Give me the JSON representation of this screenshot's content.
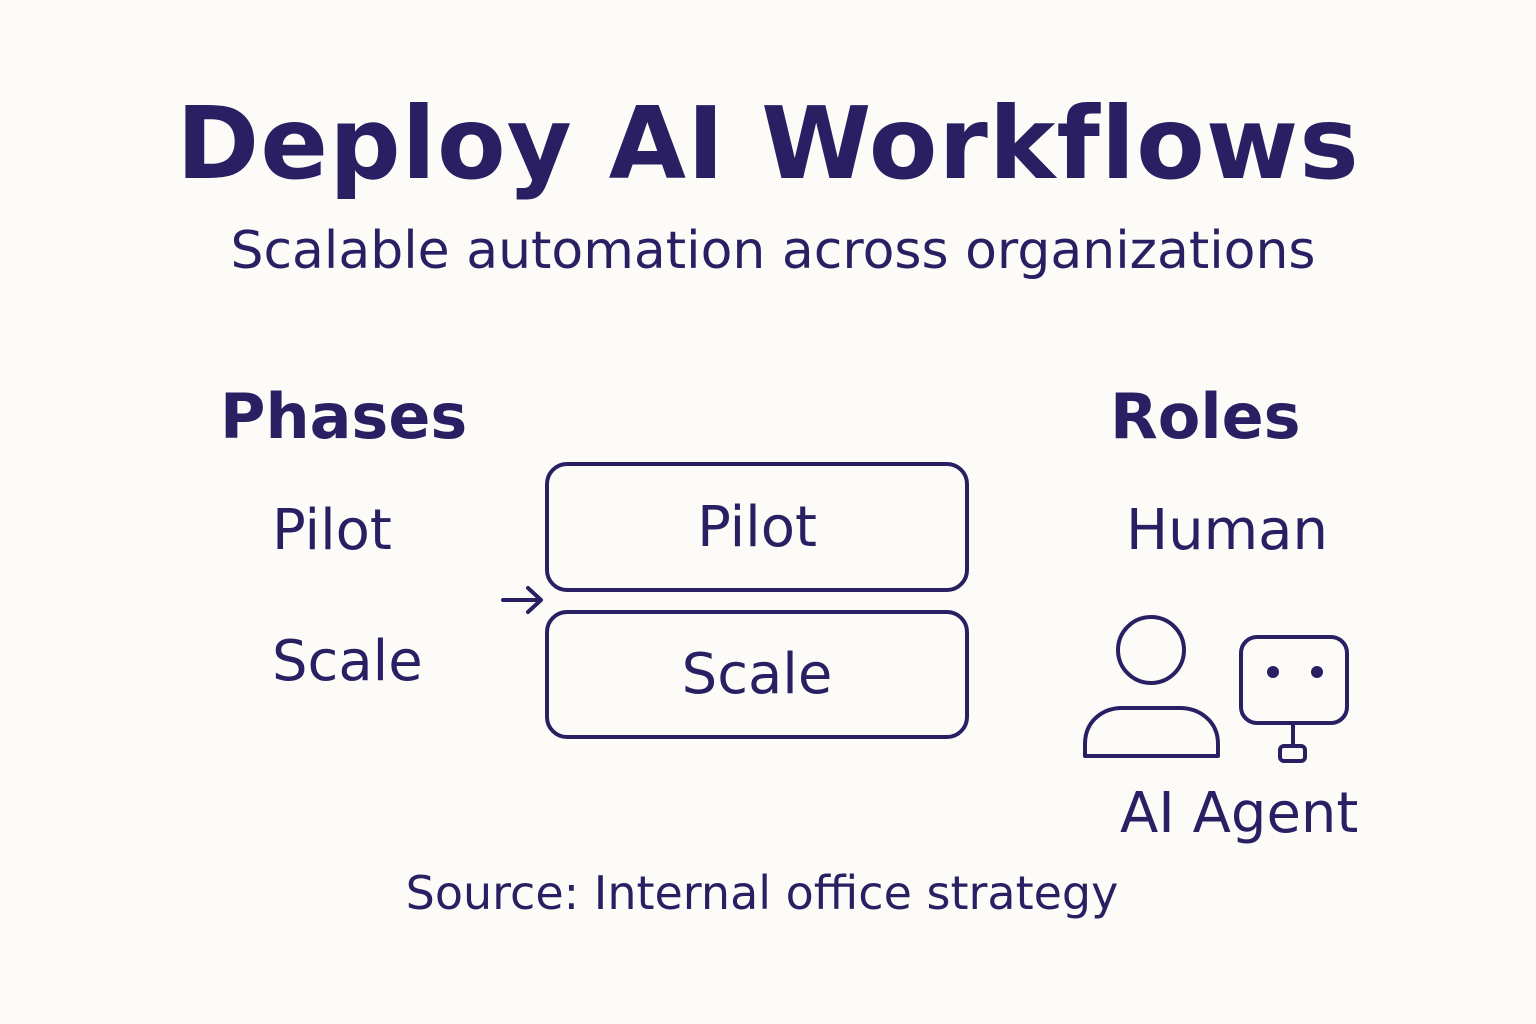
{
  "title": "Deploy AI Workflows",
  "subtitle": "Scalable automation across organizations",
  "phases": {
    "heading": "Phases",
    "items": [
      "Pilot",
      "Scale"
    ]
  },
  "flow": {
    "boxes": [
      "Pilot",
      "Scale"
    ],
    "arrow_icon": "arrow-right-icon"
  },
  "roles": {
    "heading": "Roles",
    "items": [
      "Human",
      "AI Agent"
    ],
    "icons": [
      "person-icon",
      "robot-icon"
    ]
  },
  "source": "Source: Internal office strategy",
  "colors": {
    "background": "#fcfbf8",
    "ink": "#2a1f63"
  }
}
